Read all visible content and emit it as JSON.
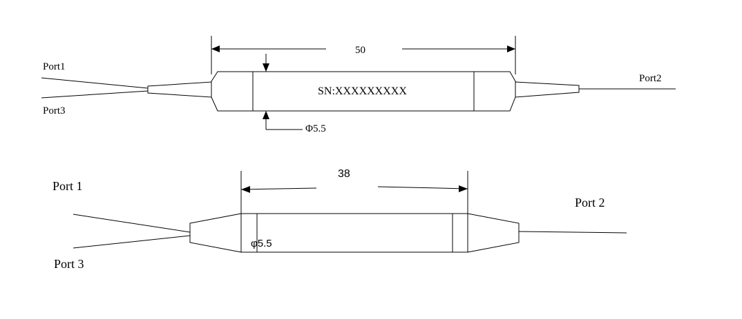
{
  "diagram_top": {
    "port1_label": "Port1",
    "port3_label": "Port3",
    "port2_label": "Port2",
    "length_dimension": "50",
    "serial_number": "SN:XXXXXXXXX",
    "diameter_label": "Φ5.5"
  },
  "diagram_bottom": {
    "port1_label": "Port 1",
    "port3_label": "Port 3",
    "port2_label": "Port 2",
    "length_dimension": "38",
    "diameter_label": "φ5.5"
  },
  "colors": {
    "line": "#000000",
    "background": "#ffffff"
  }
}
